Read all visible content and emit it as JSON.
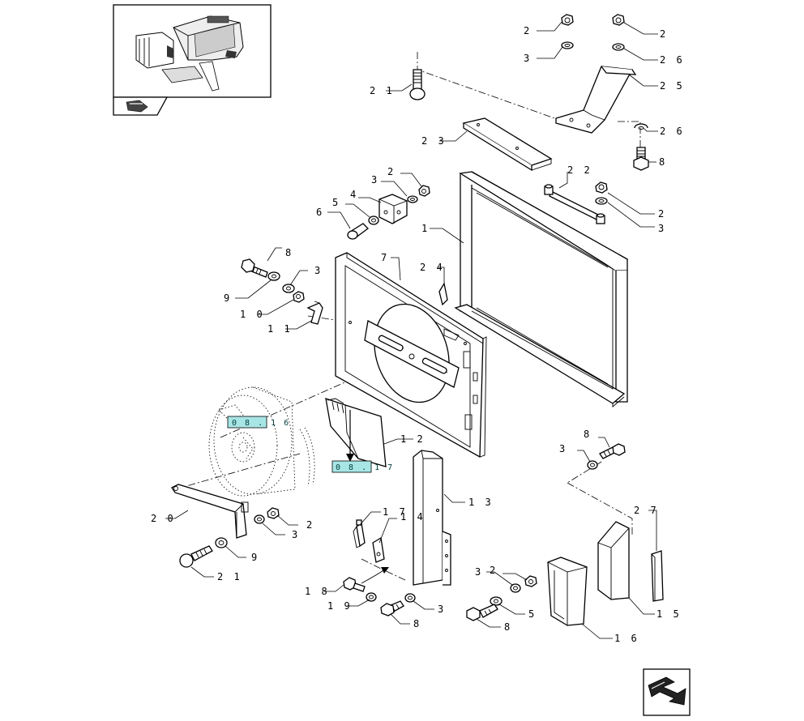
{
  "diagram": {
    "callouts": [
      {
        "id": "c2a",
        "text": "2"
      },
      {
        "id": "c2b",
        "text": "2"
      },
      {
        "id": "c3a",
        "text": "3"
      },
      {
        "id": "c26a",
        "text": "2 6"
      },
      {
        "id": "c25",
        "text": "2 5"
      },
      {
        "id": "c21a",
        "text": "2 1"
      },
      {
        "id": "c26b",
        "text": "2 6"
      },
      {
        "id": "c8a",
        "text": "8"
      },
      {
        "id": "c23",
        "text": "2 3"
      },
      {
        "id": "c22",
        "text": "2 2"
      },
      {
        "id": "c3b",
        "text": "3"
      },
      {
        "id": "c2c",
        "text": "2"
      },
      {
        "id": "c4",
        "text": "4"
      },
      {
        "id": "c5a",
        "text": "5"
      },
      {
        "id": "c6",
        "text": "6"
      },
      {
        "id": "c2d",
        "text": "2"
      },
      {
        "id": "c3c",
        "text": "3"
      },
      {
        "id": "c1",
        "text": "1"
      },
      {
        "id": "c8b",
        "text": "8"
      },
      {
        "id": "c7",
        "text": "7"
      },
      {
        "id": "c24",
        "text": "2 4"
      },
      {
        "id": "c3d",
        "text": "3"
      },
      {
        "id": "c9a",
        "text": "9"
      },
      {
        "id": "c10",
        "text": "1 0"
      },
      {
        "id": "c11",
        "text": "1 1"
      },
      {
        "id": "c12",
        "text": "1 2"
      },
      {
        "id": "c8c",
        "text": "8"
      },
      {
        "id": "c3e",
        "text": "3"
      },
      {
        "id": "c13",
        "text": "1 3"
      },
      {
        "id": "c27",
        "text": "2 7"
      },
      {
        "id": "c20",
        "text": "2 0"
      },
      {
        "id": "c2e",
        "text": "2"
      },
      {
        "id": "c3f",
        "text": "3"
      },
      {
        "id": "c17",
        "text": "1 7"
      },
      {
        "id": "c14",
        "text": "1 4"
      },
      {
        "id": "c9b",
        "text": "9"
      },
      {
        "id": "c21b",
        "text": "2 1"
      },
      {
        "id": "c2f",
        "text": "2"
      },
      {
        "id": "c3g",
        "text": "3"
      },
      {
        "id": "c18",
        "text": "1 8"
      },
      {
        "id": "c19",
        "text": "1 9"
      },
      {
        "id": "c3h",
        "text": "3"
      },
      {
        "id": "c5b",
        "text": "5"
      },
      {
        "id": "c8d",
        "text": "8"
      },
      {
        "id": "c8e",
        "text": "8"
      },
      {
        "id": "c15",
        "text": "1 5"
      },
      {
        "id": "c16",
        "text": "1 6"
      }
    ],
    "references": {
      "ref_fan": "0 8 . 1 6",
      "ref_shroud": "0 8 . 1 7"
    },
    "colors": {
      "line": "#000000",
      "ref_fill": "#a8e6e6",
      "ref_text": "#003c3c",
      "background": "#ffffff"
    }
  }
}
